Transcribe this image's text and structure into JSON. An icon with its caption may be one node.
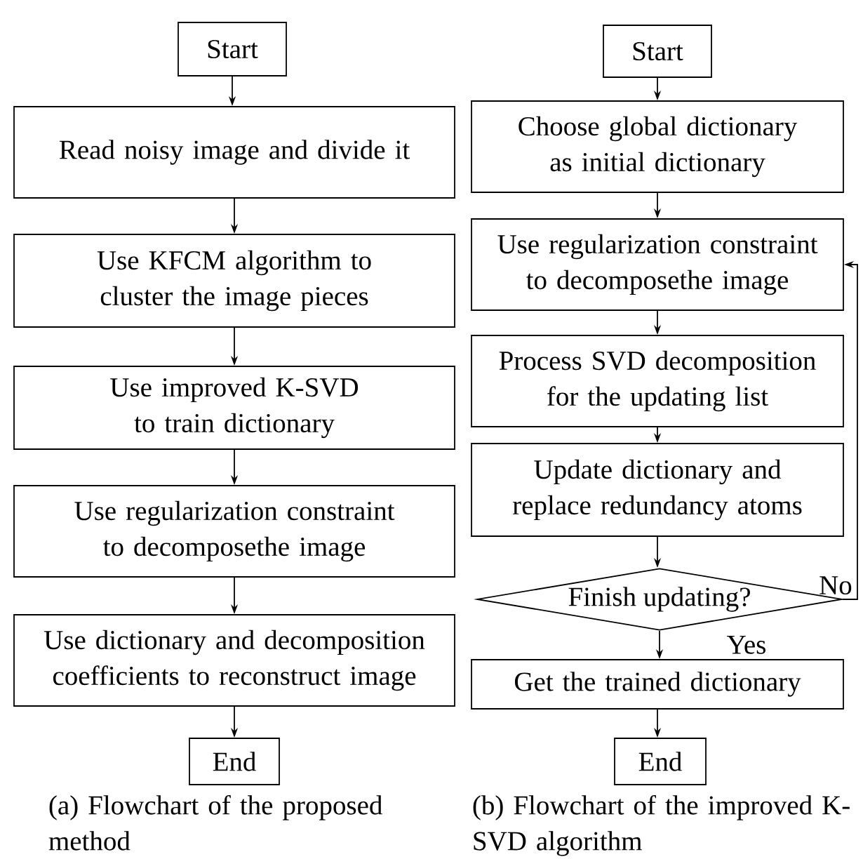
{
  "diagram": {
    "nodes": [
      {
        "text": [
          "Start"
        ]
      },
      {
        "text": [
          "Read noisy image and divide it"
        ]
      },
      {
        "text": [
          "Use KFCM algorithm to cluster the image pieces"
        ]
      },
      {
        "text": [
          "Use improved K-SVD to train dictionary"
        ]
      },
      {
        "text": [
          "Use regularization constraint to decomposethe image"
        ]
      },
      {
        "text": [
          "Use dictionary and decomposition coefficients to reconstruct image"
        ]
      },
      {
        "text": [
          "End"
        ]
      },
      {
        "text": [
          "Start"
        ]
      },
      {
        "text": [
          "Choose global dictionary as initial dictionary"
        ]
      },
      {
        "text": [
          "Use regularization constraint to decomposethe image"
        ]
      },
      {
        "text": [
          "Process SVD decomposition for the updating list"
        ]
      },
      {
        "text": [
          "Update dictionary and replace redundancy atoms"
        ]
      },
      {
        "text": [
          "Finish updating?"
        ]
      },
      {
        "text": [
          "Get the trained dictionary"
        ]
      },
      {
        "text": [
          "End"
        ]
      }
    ],
    "edges": [
      {
        "from": 0,
        "to": 1,
        "arrow": "to"
      },
      {
        "from": 1,
        "to": 2,
        "arrow": "to"
      },
      {
        "from": 2,
        "to": 3,
        "arrow": "to"
      },
      {
        "from": 3,
        "to": 4,
        "arrow": "to"
      },
      {
        "from": 4,
        "to": 5,
        "arrow": "to"
      },
      {
        "from": 5,
        "to": 6,
        "arrow": "to"
      },
      {
        "from": 7,
        "to": 8,
        "arrow": "to"
      },
      {
        "from": 8,
        "to": 9,
        "arrow": "to"
      },
      {
        "from": 9,
        "to": 10,
        "arrow": "to"
      },
      {
        "from": 10,
        "to": 11,
        "arrow": "to"
      },
      {
        "from": 11,
        "to": 12,
        "arrow": "to"
      },
      {
        "from": 12,
        "to": 13,
        "arrow": "to",
        "label": "Yes"
      },
      {
        "from": 13,
        "to": 14,
        "arrow": "to"
      },
      {
        "from": 12,
        "to": 9,
        "arrow": "to",
        "label": "No"
      }
    ],
    "labels": [
      "(a) Flowchart of the proposed method",
      "(b) Flowchart of the improved K-SVD algorithm"
    ]
  }
}
